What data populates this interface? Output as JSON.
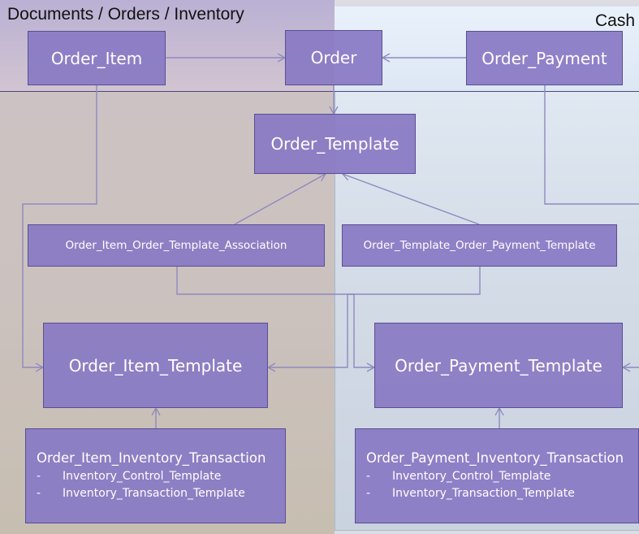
{
  "regions": {
    "documents": {
      "label": "Documents / Orders / Inventory"
    },
    "cash": {
      "label": "Cash"
    }
  },
  "entities": {
    "order_item": "Order_Item",
    "order": "Order",
    "order_payment": "Order_Payment",
    "order_template": "Order_Template",
    "item_template_association": "Order_Item_Order_Template_Association",
    "template_payment_association": "Order_Template_Order_Payment_Template",
    "order_item_template": "Order_Item_Template",
    "order_payment_template": "Order_Payment_Template",
    "order_item_inventory_transaction": {
      "title": "Order_Item_Inventory_Transaction",
      "bullet": "-",
      "items": [
        "Inventory_Control_Template",
        "Inventory_Transaction_Template"
      ]
    },
    "order_payment_inventory_transaction": {
      "title": "Order_Payment_Inventory_Transaction",
      "bullet": "-",
      "items": [
        "Inventory_Control_Template",
        "Inventory_Transaction_Template"
      ]
    }
  },
  "colors": {
    "box_fill": "#897ac4",
    "box_border": "#5a4f92",
    "connector": "#8f89bf",
    "text": "#ffffff"
  }
}
